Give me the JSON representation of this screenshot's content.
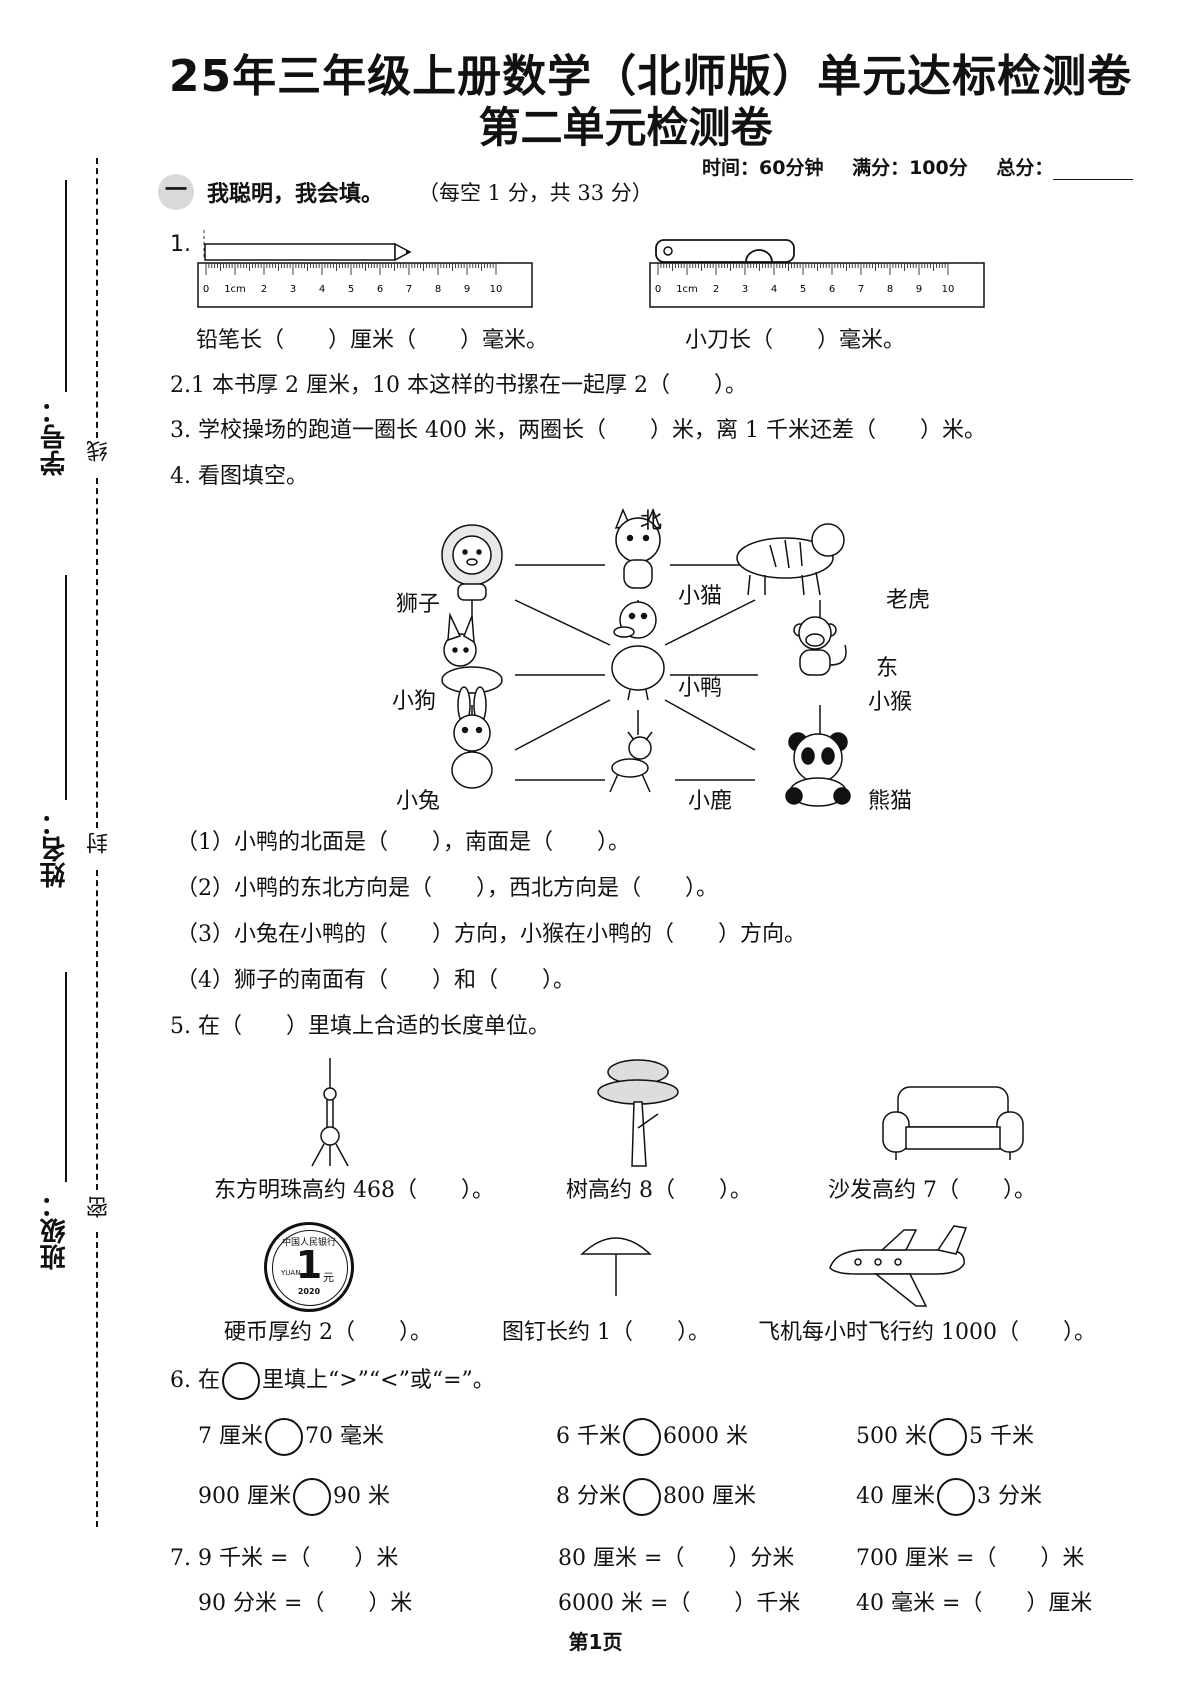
{
  "header": {
    "title": "25年三年级上册数学（北师版）单元达标检测卷",
    "subtitle": "第二单元检测卷",
    "time": "时间：60分钟",
    "full": "满分：100分",
    "total": "总分："
  },
  "binding": {
    "student_no": "学号：",
    "name": "姓名：",
    "class": "班级：",
    "line": "线",
    "seal": "封",
    "secret": "密"
  },
  "section1": {
    "num": "一",
    "title": "我聪明，我会填。",
    "note": "（每空 1 分，共 33 分）"
  },
  "q1": {
    "num": "1.",
    "ruler_marks": [
      "0",
      "1cm",
      "2",
      "3",
      "4",
      "5",
      "6",
      "7",
      "8",
      "9",
      "10"
    ],
    "pencil_text": "铅笔长（　　）厘米（　　）毫米。",
    "knife_text": "小刀长（　　）毫米。"
  },
  "q2": "2.1 本书厚 2 厘米，10 本这样的书摞在一起厚 2（　　）。",
  "q3": "3. 学校操场的跑道一圈长 400 米，两圈长（　　）米，离 1 千米还差（　　）米。",
  "q4": {
    "title": "4. 看图填空。",
    "north": "北",
    "east": "东",
    "animals": [
      "狮子",
      "小猫",
      "老虎",
      "小狗",
      "小鸭",
      "小猴",
      "小兔",
      "小鹿",
      "熊猫"
    ],
    "subs": [
      "（1）小鸭的北面是（　　），南面是（　　）。",
      "（2）小鸭的东北方向是（　　），西北方向是（　　）。",
      "（3）小兔在小鸭的（　　）方向，小猴在小鸭的（　　）方向。",
      "（4）狮子的南面有（　　）和（　　）。"
    ]
  },
  "q5": {
    "title": "5. 在（　　）里填上合适的长度单位。",
    "items": [
      "东方明珠高约 468（　　）。",
      "树高约 8（　　）。",
      "沙发高约 7（　　）。",
      "硬币厚约 2（　　）。",
      "图钉长约 1（　　）。",
      "飞机每小时飞行约 1000（　　）。"
    ],
    "coin_text": "中国人民银行",
    "coin_value": "1",
    "coin_unit": "元",
    "coin_year": "2020",
    "coin_yuan": "YUAN"
  },
  "q6": {
    "title_pre": "6. 在",
    "title_post": "里填上“>”“<”或“=”。",
    "items": [
      {
        "a": "7 厘米",
        "b": "70 毫米"
      },
      {
        "a": "6 千米",
        "b": "6000 米"
      },
      {
        "a": "500 米",
        "b": "5 千米"
      },
      {
        "a": "900 厘米",
        "b": "90 米"
      },
      {
        "a": "8 分米",
        "b": "800 厘米"
      },
      {
        "a": "40 厘米",
        "b": "3 分米"
      }
    ]
  },
  "q7": {
    "items": [
      "7. 9 千米 =（　　）米",
      "80 厘米 =（　　）分米",
      "700 厘米 =（　　）米",
      "90 分米 =（　　）米",
      "6000 米 =（　　）千米",
      "40 毫米 =（　　）厘米"
    ]
  },
  "footer": "第1页"
}
